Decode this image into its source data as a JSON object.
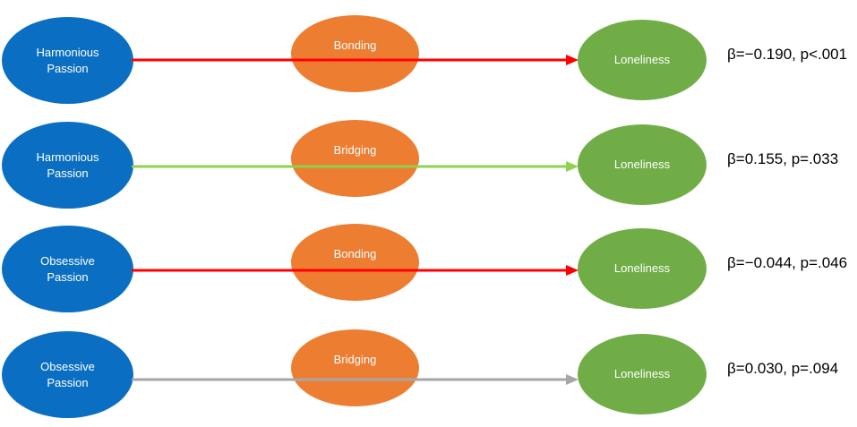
{
  "paths": [
    {
      "predictor": "Harmonious Passion",
      "mediator": "Bonding",
      "outcome": "Loneliness",
      "stat": "β=−0.190, p<.001",
      "arrow_color": "#ff0000"
    },
    {
      "predictor": "Harmonious Passion",
      "mediator": "Bridging",
      "outcome": "Loneliness",
      "stat": "β=0.155, p=.033",
      "arrow_color": "#92d050"
    },
    {
      "predictor": "Obsessive Passion",
      "mediator": "Bonding",
      "outcome": "Loneliness",
      "stat": "β=−0.044, p=.046",
      "arrow_color": "#ff0000"
    },
    {
      "predictor": "Obsessive Passion",
      "mediator": "Bridging",
      "outcome": "Loneliness",
      "stat": "β=0.030, p=.094",
      "arrow_color": "#a6a6a6"
    }
  ],
  "colors": {
    "predictor_fill": "#0a6fc2",
    "mediator_fill": "#ed7d31",
    "outcome_fill": "#70ad47"
  }
}
